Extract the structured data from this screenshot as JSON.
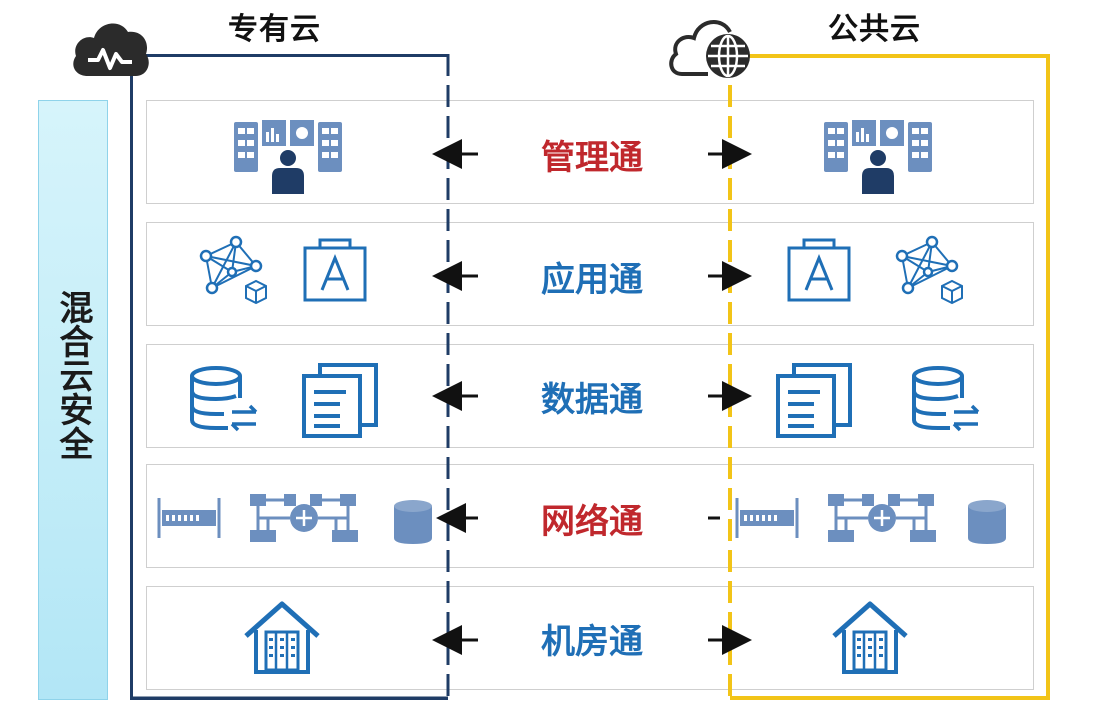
{
  "private_cloud": {
    "title": "专有云"
  },
  "public_cloud": {
    "title": "公共云"
  },
  "security": {
    "label": "混合云安全"
  },
  "rows": [
    {
      "label": "管理通",
      "color": "red"
    },
    {
      "label": "应用通",
      "color": "blue"
    },
    {
      "label": "数据通",
      "color": "blue"
    },
    {
      "label": "网络通",
      "color": "red"
    },
    {
      "label": "机房通",
      "color": "blue"
    }
  ],
  "colors": {
    "private_frame": "#1f3c66",
    "public_frame": "#f2c418",
    "label_red": "#c0282d",
    "label_blue": "#1f6fb6",
    "icon_blue": "#1f6fb6",
    "icon_slate": "#6c8fbf",
    "security_bg": "#c6eef8"
  }
}
